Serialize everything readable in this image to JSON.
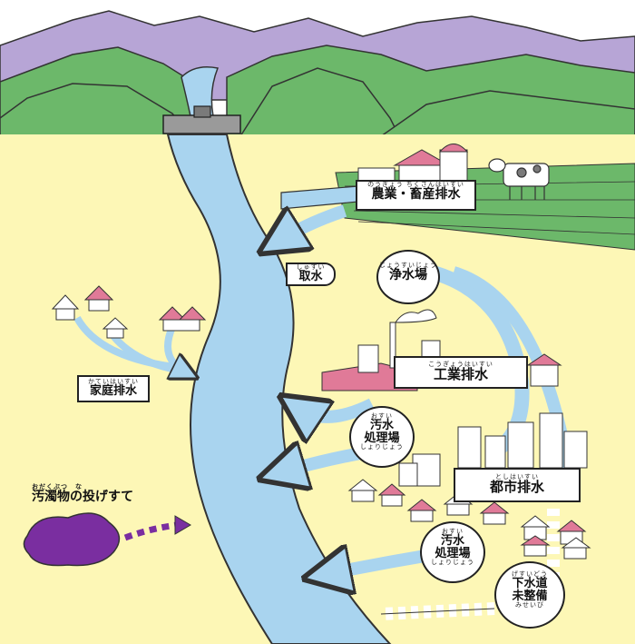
{
  "labels": {
    "agri": {
      "ruby": "のうぎょう ちくさんはいすい",
      "text": "農業・畜産排水"
    },
    "intake": {
      "ruby": "しゅすい",
      "text": "取水"
    },
    "water_plant": {
      "ruby": "じょうすいじょう",
      "text": "浄水場"
    },
    "industrial": {
      "ruby": "こうぎょうはいすい",
      "text": "工業排水"
    },
    "household": {
      "ruby": "かていはいすい",
      "text": "家庭排水"
    },
    "treatment1": {
      "ruby1": "おすい",
      "line1": "汚水",
      "line2": "処理場",
      "ruby2": "しょりじょう"
    },
    "urban": {
      "ruby": "としはいすい",
      "text": "都市排水"
    },
    "dumping": {
      "ruby": "おだくぶつ　な",
      "text": "汚濁物の投げすて"
    },
    "treatment2": {
      "ruby1": "おすい",
      "line1": "汚水",
      "line2": "処理場",
      "ruby2": "しょりじょう"
    },
    "sewer": {
      "ruby1": "げすいどう",
      "line1": "下水道",
      "line2": "未整備",
      "ruby2": "みせいび"
    }
  },
  "colors": {
    "river": "#a9d4ef",
    "land": "#fdf7b6",
    "hills": "#6cb86a",
    "mountains": "#b7a5d6",
    "sky": "#ffffff",
    "pollution": "#7a2ea0",
    "roof": "#e07a98"
  }
}
